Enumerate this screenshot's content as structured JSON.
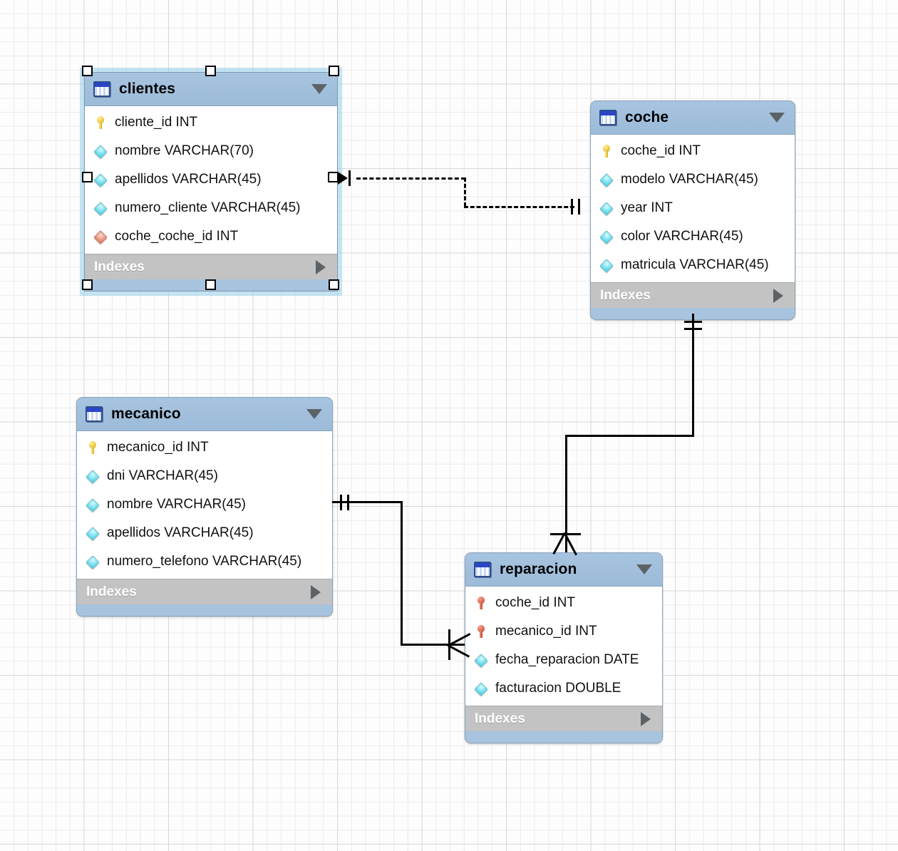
{
  "app": {
    "kind": "er-diagram-canvas",
    "grid": "visible"
  },
  "colors": {
    "header_blue": "#9cbbd8",
    "footer_blue": "#a8c3de",
    "indexes_gray": "#c3c3c3",
    "selection_glow": "#96cdeb",
    "pk_icon": "#e8bf2a",
    "pkfk_icon": "#d0553c",
    "column_icon": "#4fd5e8",
    "fk_icon": "#e08066",
    "line": "#000000",
    "grid_minor": "#ececec",
    "grid_major": "#d8d8d8"
  },
  "tables": [
    {
      "id": "clientes",
      "name": "clientes",
      "selected": true,
      "indexes_label": "Indexes",
      "columns": [
        {
          "icon": "primary-key-icon",
          "icon_kind": "pk",
          "label": "cliente_id INT"
        },
        {
          "icon": "column-icon",
          "icon_kind": "col",
          "label": "nombre VARCHAR(70)"
        },
        {
          "icon": "column-icon",
          "icon_kind": "col",
          "label": "apellidos VARCHAR(45)"
        },
        {
          "icon": "column-icon",
          "icon_kind": "col",
          "label": "numero_cliente VARCHAR(45)"
        },
        {
          "icon": "foreign-key-icon",
          "icon_kind": "fk",
          "label": "coche_coche_id INT"
        }
      ]
    },
    {
      "id": "coche",
      "name": "coche",
      "selected": false,
      "indexes_label": "Indexes",
      "columns": [
        {
          "icon": "primary-key-icon",
          "icon_kind": "pk",
          "label": "coche_id INT"
        },
        {
          "icon": "column-icon",
          "icon_kind": "col",
          "label": "modelo VARCHAR(45)"
        },
        {
          "icon": "column-icon",
          "icon_kind": "col",
          "label": "year INT"
        },
        {
          "icon": "column-icon",
          "icon_kind": "col",
          "label": "color VARCHAR(45)"
        },
        {
          "icon": "column-icon",
          "icon_kind": "col",
          "label": "matricula VARCHAR(45)"
        }
      ]
    },
    {
      "id": "mecanico",
      "name": "mecanico",
      "selected": false,
      "indexes_label": "Indexes",
      "columns": [
        {
          "icon": "primary-key-icon",
          "icon_kind": "pk",
          "label": "mecanico_id INT"
        },
        {
          "icon": "column-icon",
          "icon_kind": "col",
          "label": "dni VARCHAR(45)"
        },
        {
          "icon": "column-icon",
          "icon_kind": "col",
          "label": "nombre VARCHAR(45)"
        },
        {
          "icon": "column-icon",
          "icon_kind": "col",
          "label": "apellidos VARCHAR(45)"
        },
        {
          "icon": "column-icon",
          "icon_kind": "col",
          "label": "numero_telefono VARCHAR(45)"
        }
      ]
    },
    {
      "id": "reparacion",
      "name": "reparacion",
      "selected": false,
      "indexes_label": "Indexes",
      "columns": [
        {
          "icon": "primary-foreign-key-icon",
          "icon_kind": "pkfk",
          "label": "coche_id INT"
        },
        {
          "icon": "primary-foreign-key-icon",
          "icon_kind": "pkfk",
          "label": "mecanico_id INT"
        },
        {
          "icon": "column-icon",
          "icon_kind": "col",
          "label": "fecha_reparacion DATE"
        },
        {
          "icon": "column-icon",
          "icon_kind": "col",
          "label": "facturacion DOUBLE"
        }
      ]
    }
  ],
  "relationships": [
    {
      "id": "clientes-coche",
      "from": "clientes",
      "to": "coche",
      "style": "dashed",
      "kind": "non-identifying",
      "from_cardinality": "one",
      "to_cardinality": "one",
      "selected": true
    },
    {
      "id": "coche-reparacion",
      "from": "coche",
      "to": "reparacion",
      "style": "solid",
      "kind": "identifying",
      "from_cardinality": "one",
      "to_cardinality": "many",
      "selected": false
    },
    {
      "id": "mecanico-reparacion",
      "from": "mecanico",
      "to": "reparacion",
      "style": "solid",
      "kind": "identifying",
      "from_cardinality": "one",
      "to_cardinality": "many",
      "selected": false
    }
  ]
}
